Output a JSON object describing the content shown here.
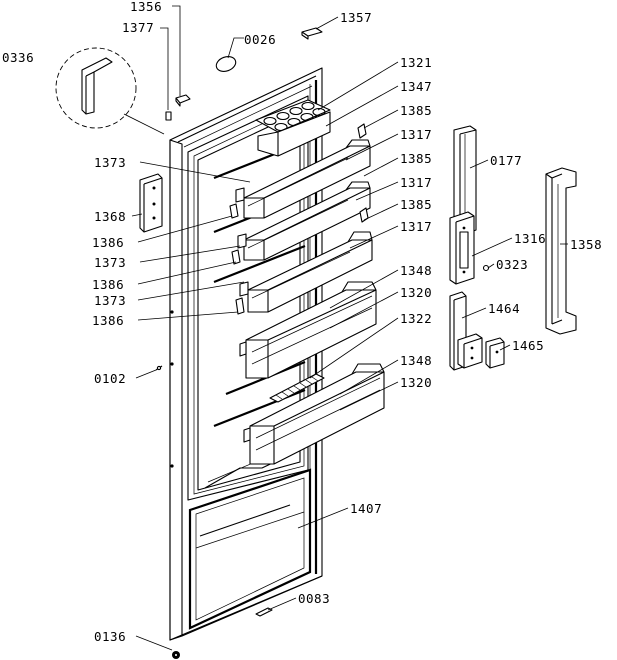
{
  "diagram": {
    "labels": {
      "l1356": "1356",
      "l1377": "1377",
      "l0336": "0336",
      "l0026": "0026",
      "l1357": "1357",
      "l1321": "1321",
      "l1347": "1347",
      "l1385a": "1385",
      "l1317a": "1317",
      "l1373a": "1373",
      "l0177": "0177",
      "l1385b": "1385",
      "l1317b": "1317",
      "l1368": "1368",
      "l1385c": "1385",
      "l1386a": "1386",
      "l1317c": "1317",
      "l1316": "1316",
      "l1358": "1358",
      "l1373b": "1373",
      "l0323": "0323",
      "l1386b": "1386",
      "l1348a": "1348",
      "l1373c": "1373",
      "l1320a": "1320",
      "l1464": "1464",
      "l1386c": "1386",
      "l1322": "1322",
      "l1465": "1465",
      "l1348b": "1348",
      "l0102": "0102",
      "l1320b": "1320",
      "l1407": "1407",
      "l0083": "0083",
      "l0136": "0136"
    }
  }
}
